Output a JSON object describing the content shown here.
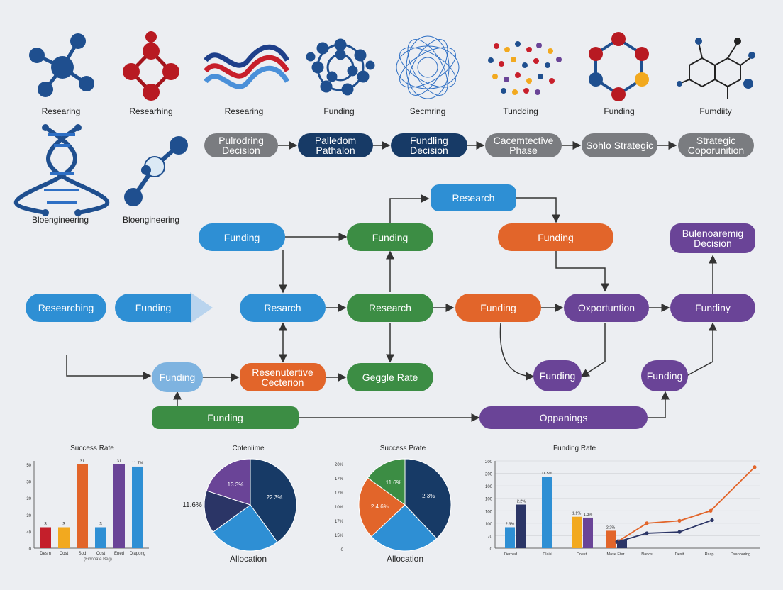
{
  "icons": {
    "labels": [
      "Researing",
      "Researhing",
      "Researing",
      "Funding",
      "Secmring",
      "Tundding",
      "Funding",
      "Fumdiity"
    ],
    "dna_label": "Bloengineering",
    "molecule_label": "Bloengineering"
  },
  "process_row": [
    "Pulrodring Decision",
    "Palledom Pathalon",
    "Fundling Decision",
    "Cacemtective Phase",
    "Sohlo Strategic",
    "Strategic Coporunition"
  ],
  "flow": {
    "researching": "Researching",
    "funding_arrow": "Funding",
    "funding_top_left": "Funding",
    "funding_top_mid": "Funding",
    "research_top": "Research",
    "funding_orange_top": "Funding",
    "bioeng_decision": "Bulenoaremig Decision",
    "research_mid": "Resarch",
    "research_green": "Research",
    "funding_orange_mid": "Funding",
    "opportunity": "Oxportuntion",
    "fundiny": "Fundiny",
    "funding_light": "Funding",
    "resen_cection": "Resenutertive Cecterion",
    "geggle_rate": "Geggle Rate",
    "funding_purple_blob": "Funding",
    "funding_purple_blob2": "Funding",
    "funding_bar": "Funding",
    "oppanings": "Oppanings"
  },
  "charts": {
    "c1": {
      "title": "Success Rate",
      "y_ticks": [
        "0",
        "40",
        "30",
        "30",
        "30",
        "50"
      ],
      "bars": [
        {
          "value": 3,
          "label": "3",
          "cat": "Desm",
          "color": "#c41f2b"
        },
        {
          "value": 3,
          "label": "3",
          "cat": "Cost",
          "color": "#f2a91f"
        },
        {
          "value": 31,
          "label": "31",
          "cat": "Sod",
          "color": "#e2652a"
        },
        {
          "value": 3,
          "label": "3",
          "cat": "Cost",
          "color": "#2e8fd4"
        },
        {
          "value": 31,
          "label": "31",
          "cat": "Ened",
          "color": "#6a4497"
        },
        {
          "value": 11.7,
          "label": "11.7%",
          "cat": "Diapong",
          "color": "#2e8fd4"
        }
      ],
      "footnote": "(Fibonate Beg)"
    },
    "c2": {
      "title": "Coteniime",
      "bottom": "Allocation",
      "side_label": "11.6%",
      "slices": [
        {
          "label": "22.3%",
          "pct": 0.4,
          "color": "#173a66"
        },
        {
          "label": "",
          "pct": 0.25,
          "color": "#2e8fd4"
        },
        {
          "label": "",
          "pct": 0.15,
          "color": "#2b3566"
        },
        {
          "label": "13.3%",
          "pct": 0.2,
          "color": "#6a4497"
        }
      ]
    },
    "c3": {
      "title": "Success Prate",
      "bottom": "Allocation",
      "y_ticks": [
        "0",
        "15%",
        "17%",
        "10%",
        "17%",
        "17%",
        "20%"
      ],
      "slices": [
        {
          "label": "2.3%",
          "pct": 0.38,
          "color": "#173a66"
        },
        {
          "label": "",
          "pct": 0.25,
          "color": "#2e8fd4"
        },
        {
          "label": "2.4.6%",
          "pct": 0.22,
          "color": "#e2652a"
        },
        {
          "label": "11.6%",
          "pct": 0.15,
          "color": "#3c8d44"
        }
      ]
    },
    "c4": {
      "title": "Funding Rate",
      "y_ticks": [
        "0",
        "70",
        "100",
        "100",
        "100",
        "100",
        "200",
        "200"
      ],
      "x_cats": [
        "Deroed",
        "Dlaisl",
        "Coest",
        "Mase Etar",
        "Nancs",
        "Desit",
        "Rasp",
        "Dsanboring"
      ],
      "bar_labels": [
        "2.3%",
        "2.2%",
        "11.5%",
        "1.1%",
        "1.3%",
        "2.2%"
      ],
      "orange_line": [
        20,
        80,
        88,
        120,
        260
      ],
      "navy_line": [
        20,
        48,
        52,
        90
      ]
    }
  }
}
